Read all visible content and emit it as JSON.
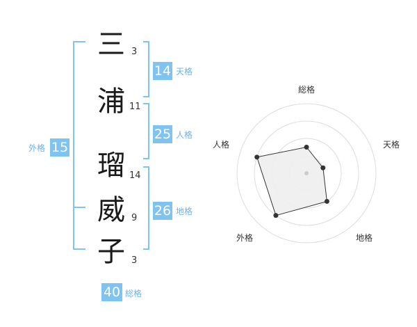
{
  "name": {
    "chars": [
      "三",
      "浦",
      "瑠",
      "威",
      "子"
    ],
    "strokes": [
      "3",
      "11",
      "14",
      "9",
      "3"
    ]
  },
  "fortune": {
    "ten": {
      "value": "14",
      "label": "天格"
    },
    "jin": {
      "value": "25",
      "label": "人格"
    },
    "chi": {
      "value": "26",
      "label": "地格"
    },
    "gai": {
      "value": "15",
      "label": "外格"
    },
    "sou": {
      "value": "40",
      "label": "総格"
    }
  },
  "radar": {
    "labels": {
      "top": "総格",
      "right": "天格",
      "bottom_right": "地格",
      "bottom_left": "外格",
      "left": "人格"
    },
    "levels": [
      1,
      2,
      3,
      4
    ],
    "max": 5,
    "values": {
      "sou": 1.5,
      "ten": 1.0,
      "chi": 2.0,
      "gai": 3.0,
      "jin": 3.0
    },
    "colors": {
      "ring": "#dddddd",
      "fill": "#eeeeee",
      "line": "#333333",
      "point": "#333333",
      "center": "#cccccc"
    }
  },
  "colors": {
    "accent": "#7fc4f0",
    "bracket": "#7fc4f0",
    "label": "#6ab4e6"
  }
}
